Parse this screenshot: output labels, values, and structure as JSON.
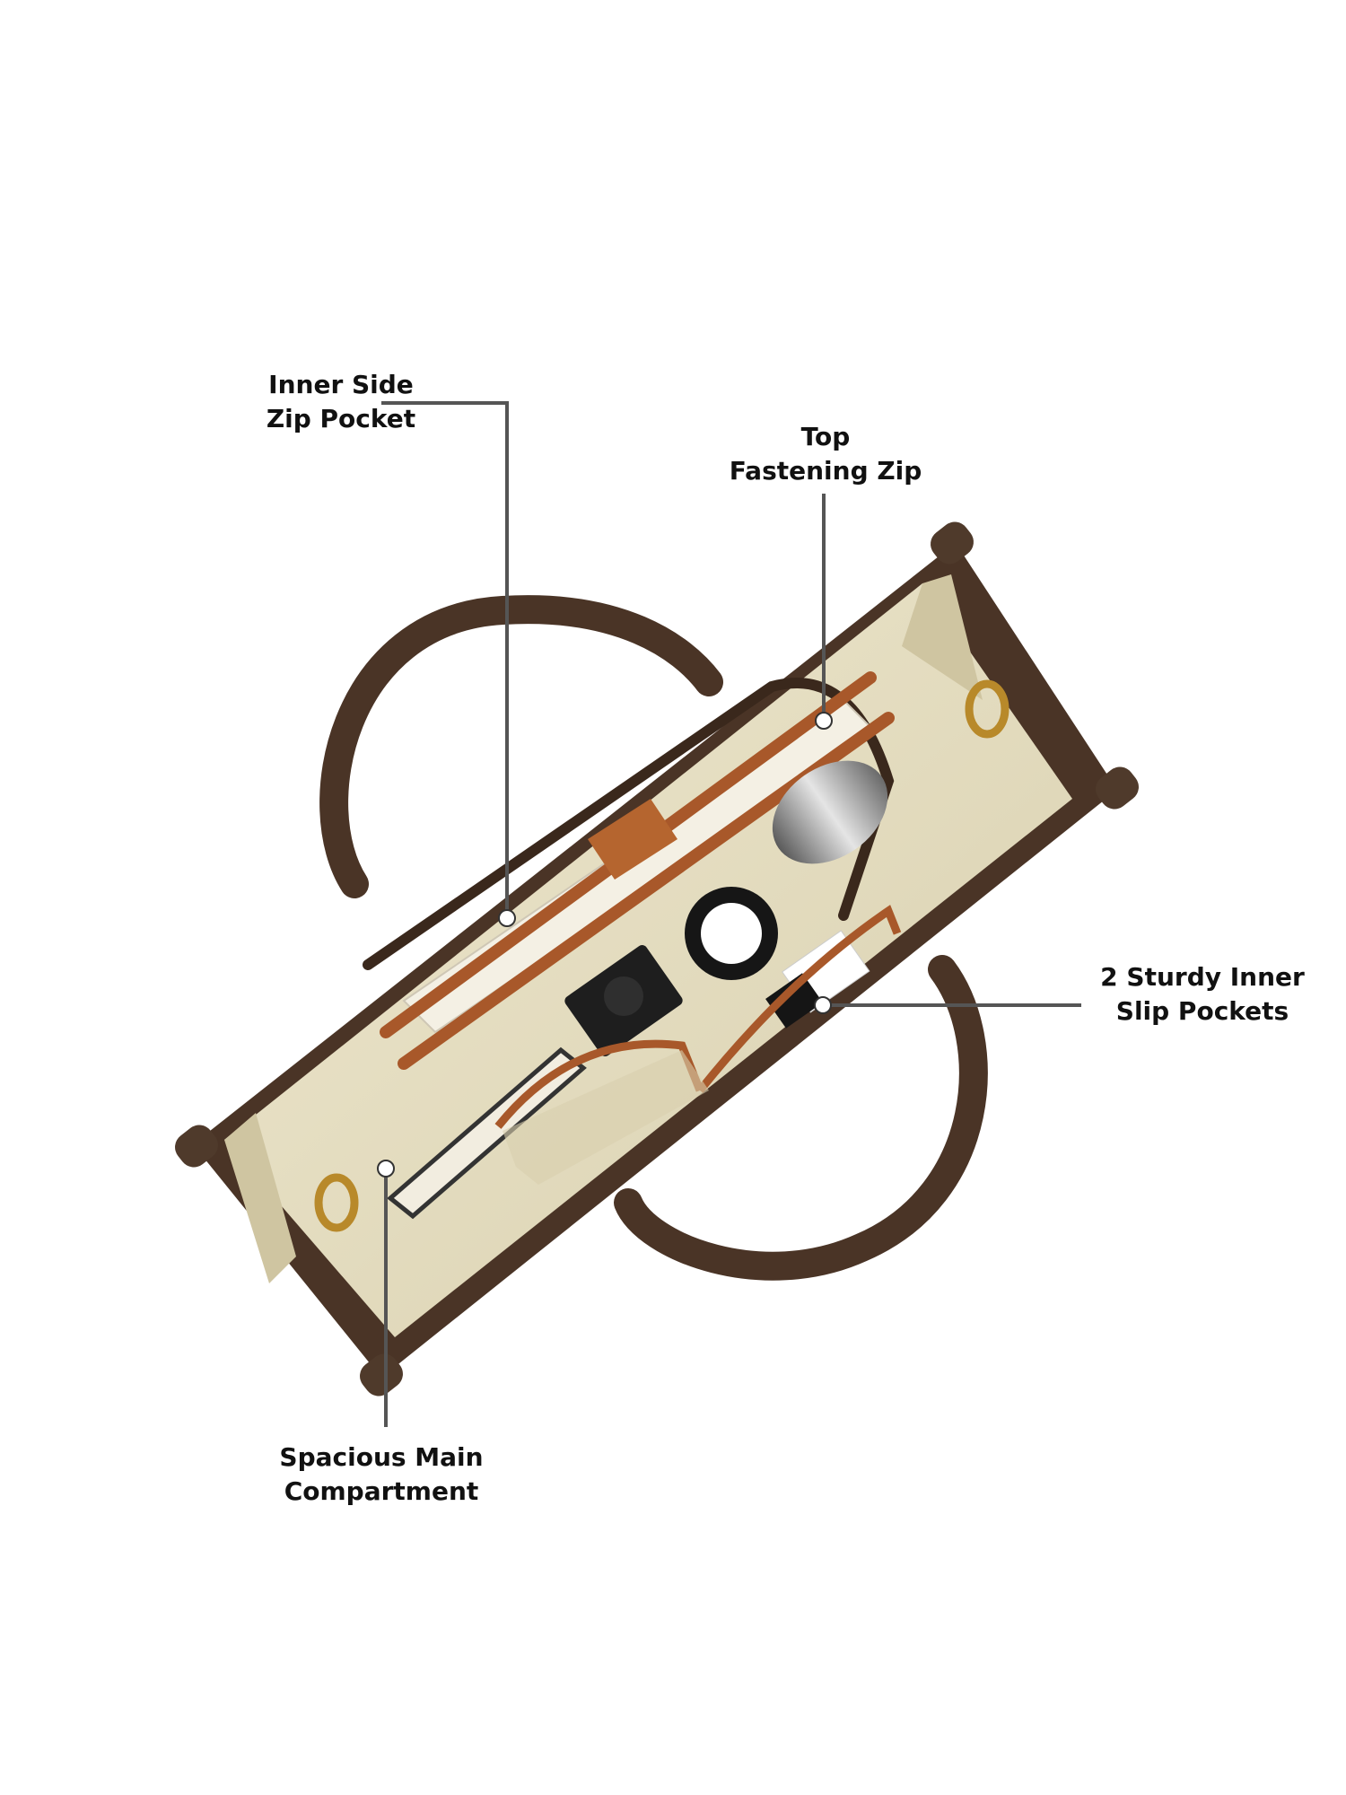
{
  "callouts": {
    "inner_side_zip_pocket": {
      "line1": "Inner Side",
      "line2": "Zip Pocket"
    },
    "top_fastening_zip": {
      "line1": "Top",
      "line2": "Fastening Zip"
    },
    "slip_pockets": {
      "line1": "2 Sturdy Inner",
      "line2": "Slip Pockets"
    },
    "main_compartment": {
      "line1": "Spacious Main",
      "line2": "Compartment"
    }
  },
  "colors": {
    "bag_brown": "#4a3426",
    "bag_brown_dark": "#3a281c",
    "lining_beige": "#e3dcbf",
    "tan_leather": "#a8582a",
    "leader_line": "#555555",
    "label_text": "#111111"
  }
}
